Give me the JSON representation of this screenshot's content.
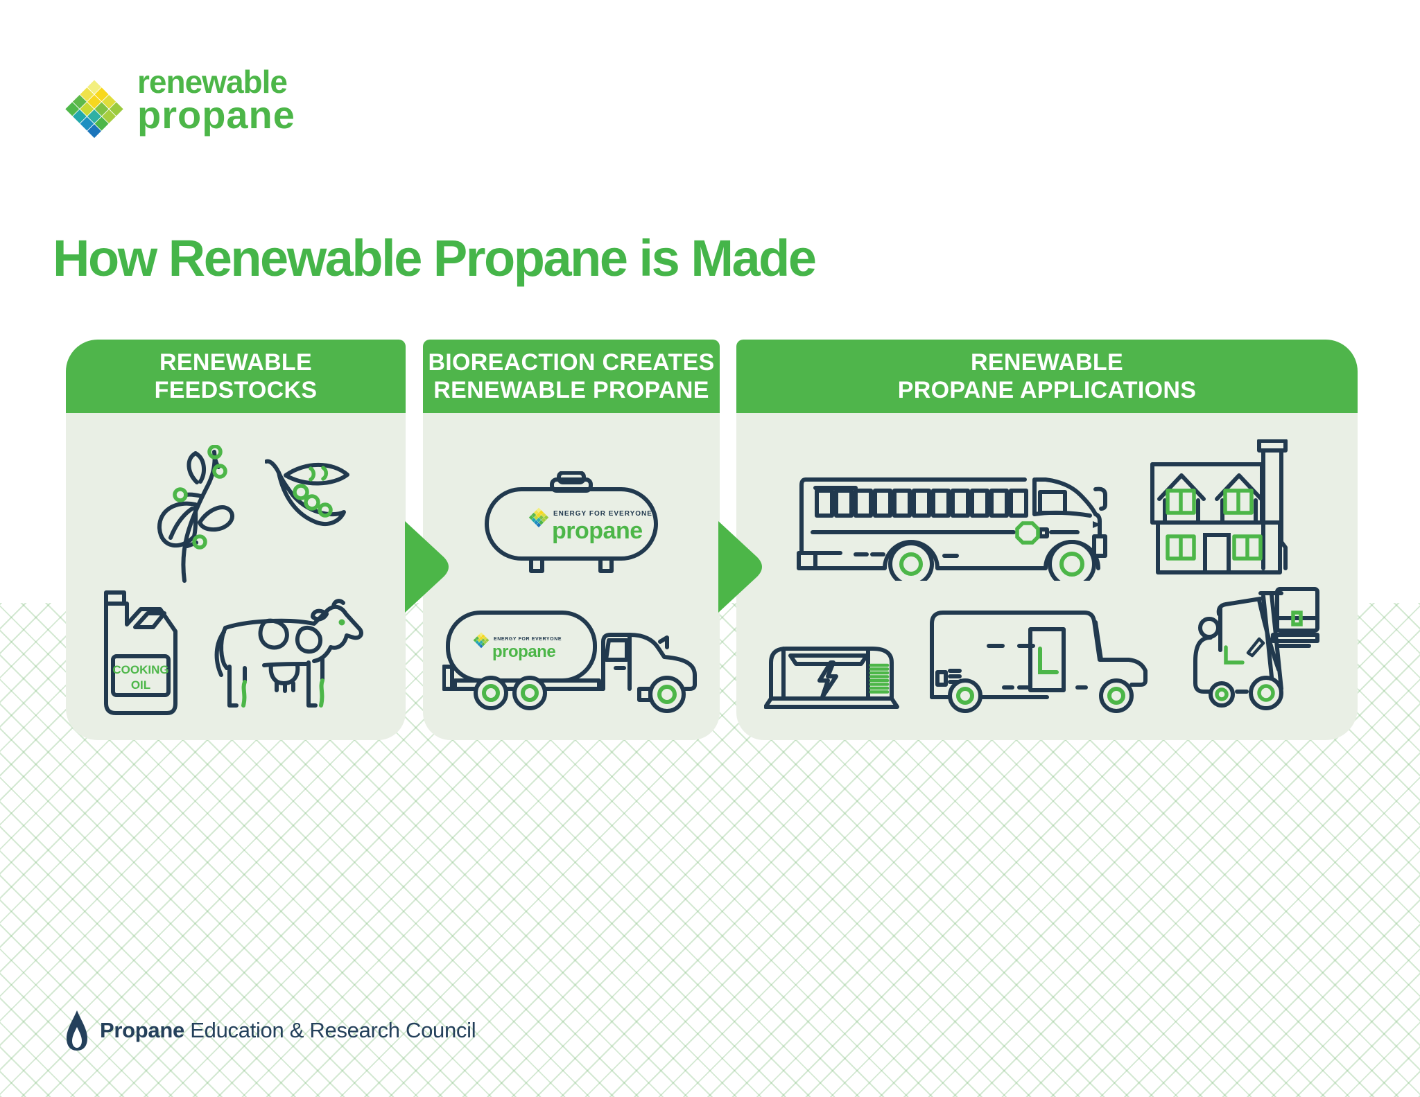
{
  "brand": {
    "line1": "renewable",
    "line2": "propane"
  },
  "title": "How Renewable Propane is Made",
  "panels": [
    {
      "header": "RENEWABLE\nFEEDSTOCKS",
      "icons": [
        "plant-branch",
        "pea-pod",
        "cooking-oil-jug",
        "cow"
      ]
    },
    {
      "header": "BIOREACTION CREATES\nRENEWABLE PROPANE",
      "icons": [
        "propane-tank",
        "bobtail-delivery-truck"
      ]
    },
    {
      "header": "RENEWABLE\nPROPANE APPLICATIONS",
      "icons": [
        "school-bus",
        "house",
        "generator",
        "delivery-van",
        "forklift"
      ]
    }
  ],
  "labels": {
    "cooking_oil_line1": "COOKING",
    "cooking_oil_line2": "OIL",
    "tank_tagline": "ENERGY FOR EVERYONE",
    "tank_wordmark": "propane",
    "truck_tagline": "ENERGY FOR EVERYONE",
    "truck_wordmark": "propane"
  },
  "footer": {
    "org_bold": "Propane",
    "org_rest": " Education & Research Council"
  },
  "colors": {
    "accent_green": "#4CB648",
    "header_green": "#4FB54B",
    "title_green": "#45B549",
    "panel_body": "#E9EFE5",
    "icon_navy": "#21394E",
    "footer_navy": "#24405B",
    "hatch_line": "#BFDDBC",
    "logo_blue": "#1B75BB",
    "logo_teal": "#21A8AB",
    "logo_yellow": "#F6D71F",
    "logo_pale_yellow": "#F3EF7F"
  }
}
